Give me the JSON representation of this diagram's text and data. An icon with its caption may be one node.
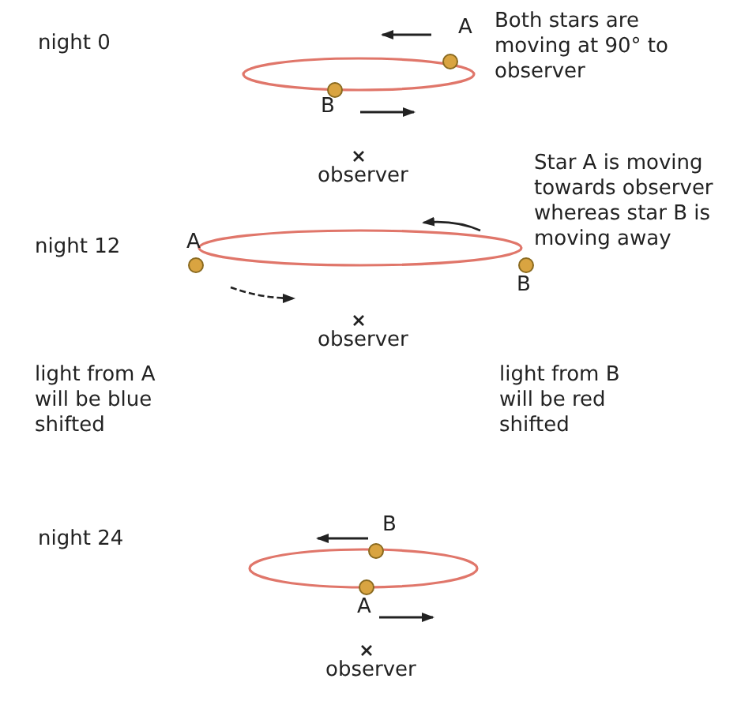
{
  "diagram": {
    "labels": [
      "night 0",
      "A",
      "Both stars are moving at 90° to observer",
      "B",
      "observer",
      "night 12",
      "Star A is moving towards observer whereas star B is moving away",
      "A",
      "B",
      "light from A will be blue shifted",
      "observer",
      "light from B will be red shifted",
      "night 24",
      "B",
      "A",
      "observer"
    ]
  }
}
